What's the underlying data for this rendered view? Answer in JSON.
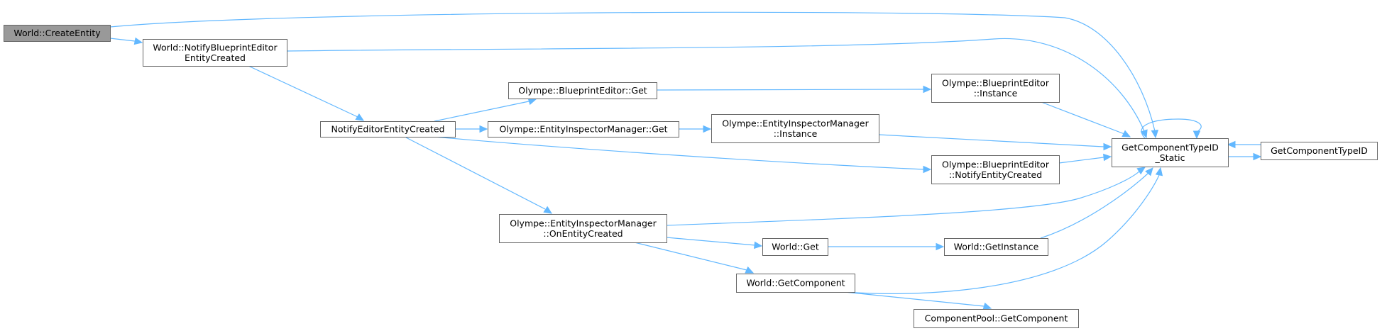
{
  "diagram": {
    "type": "call-graph",
    "colors": {
      "edge": "#63b8ff",
      "node_border": "#666666",
      "node_fill": "#ffffff",
      "root_fill": "#999999"
    },
    "nodes": [
      {
        "id": "create_entity",
        "lines": [
          "World::CreateEntity"
        ],
        "root": true
      },
      {
        "id": "notify_bp_editor",
        "lines": [
          "World::NotifyBlueprintEditor",
          "EntityCreated"
        ]
      },
      {
        "id": "notify_editor",
        "lines": [
          "NotifyEditorEntityCreated"
        ]
      },
      {
        "id": "bp_get",
        "lines": [
          "Olympe::BlueprintEditor::Get"
        ]
      },
      {
        "id": "eim_get",
        "lines": [
          "Olympe::EntityInspectorManager::Get"
        ]
      },
      {
        "id": "bp_instance",
        "lines": [
          "Olympe::BlueprintEditor",
          "::Instance"
        ]
      },
      {
        "id": "eim_instance",
        "lines": [
          "Olympe::EntityInspectorManager",
          "::Instance"
        ]
      },
      {
        "id": "bp_notify",
        "lines": [
          "Olympe::BlueprintEditor",
          "::NotifyEntityCreated"
        ]
      },
      {
        "id": "eim_on_created",
        "lines": [
          "Olympe::EntityInspectorManager",
          "::OnEntityCreated"
        ]
      },
      {
        "id": "world_get",
        "lines": [
          "World::Get"
        ]
      },
      {
        "id": "world_get_instance",
        "lines": [
          "World::GetInstance"
        ]
      },
      {
        "id": "world_get_component",
        "lines": [
          "World::GetComponent"
        ]
      },
      {
        "id": "pool_get_component",
        "lines": [
          "ComponentPool::GetComponent"
        ]
      },
      {
        "id": "type_id_static",
        "lines": [
          "GetComponentTypeID",
          "_Static"
        ]
      },
      {
        "id": "type_id",
        "lines": [
          "GetComponentTypeID"
        ]
      }
    ],
    "edges": [
      {
        "from": "create_entity",
        "to": "type_id_static"
      },
      {
        "from": "create_entity",
        "to": "notify_bp_editor"
      },
      {
        "from": "notify_bp_editor",
        "to": "type_id_static"
      },
      {
        "from": "notify_bp_editor",
        "to": "notify_editor"
      },
      {
        "from": "notify_editor",
        "to": "bp_get"
      },
      {
        "from": "notify_editor",
        "to": "eim_get"
      },
      {
        "from": "notify_editor",
        "to": "bp_notify"
      },
      {
        "from": "notify_editor",
        "to": "eim_on_created"
      },
      {
        "from": "bp_get",
        "to": "bp_instance"
      },
      {
        "from": "eim_get",
        "to": "eim_instance"
      },
      {
        "from": "bp_instance",
        "to": "type_id_static"
      },
      {
        "from": "eim_instance",
        "to": "type_id_static"
      },
      {
        "from": "bp_notify",
        "to": "type_id_static"
      },
      {
        "from": "eim_on_created",
        "to": "type_id_static"
      },
      {
        "from": "eim_on_created",
        "to": "world_get"
      },
      {
        "from": "eim_on_created",
        "to": "world_get_component"
      },
      {
        "from": "world_get",
        "to": "world_get_instance"
      },
      {
        "from": "world_get_instance",
        "to": "type_id_static"
      },
      {
        "from": "world_get_component",
        "to": "type_id_static"
      },
      {
        "from": "world_get_component",
        "to": "pool_get_component"
      },
      {
        "from": "type_id_static",
        "to": "type_id_static"
      },
      {
        "from": "type_id_static",
        "to": "type_id"
      },
      {
        "from": "type_id",
        "to": "type_id_static"
      }
    ]
  }
}
